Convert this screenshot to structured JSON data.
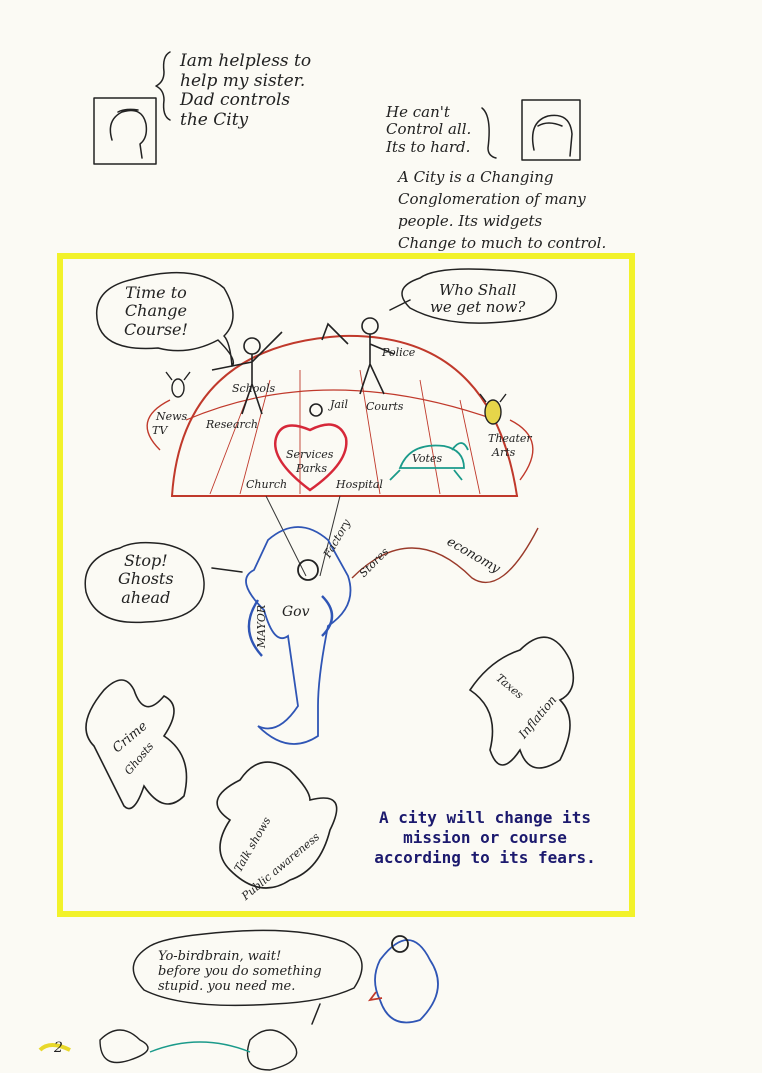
{
  "top_left_speech": [
    "Iam helpless to",
    "help my sister.",
    "Dad controls",
    "the City"
  ],
  "top_right_speech": [
    "He can't",
    "Control all.",
    "Its to hard."
  ],
  "top_right_note": [
    "A City is a Changing",
    "Conglomeration of many",
    "people. Its widgets",
    "Change to much to control."
  ],
  "bubbles": {
    "time_to_change": [
      "Time to",
      "Change",
      "Course!"
    ],
    "who_shall": [
      "Who Shall",
      "we get now?"
    ],
    "stop_ghosts": [
      "Stop!",
      "Ghosts",
      "ahead"
    ],
    "yo_birdbrain": [
      "Yo-birdbrain, wait!",
      "before you do something",
      "stupid. you need me."
    ]
  },
  "labels": {
    "schools": "Schools",
    "research": "Research",
    "police": "Police",
    "jail": "Jail",
    "courts": "Courts",
    "news": "News",
    "tv": "TV",
    "theater": "Theater",
    "arts": "Arts",
    "services": "Services",
    "parks": "Parks",
    "votes": "Votes",
    "church": "Church",
    "hospital": "Hospital",
    "factory": "Factory",
    "stores": "Stores",
    "economy": "economy",
    "gov": "Gov",
    "mayor": "MAYOR",
    "crime": "Crime",
    "ghosts": "Ghosts",
    "taxes": "Taxes",
    "inflation": "Inflation",
    "talk_shows": "Talk shows",
    "public_awareness": "Public awareness",
    "page_number": "2"
  },
  "caption": [
    "A city will change its",
    "mission or course",
    "according to its fears."
  ],
  "colors": {
    "frame": "#f2f22a",
    "caption": "#1c1a6e",
    "dome_red": "#c0392b",
    "heart_red": "#d62839",
    "turtle_teal": "#1a9a8a",
    "elephant_blue": "#2f55b5"
  }
}
